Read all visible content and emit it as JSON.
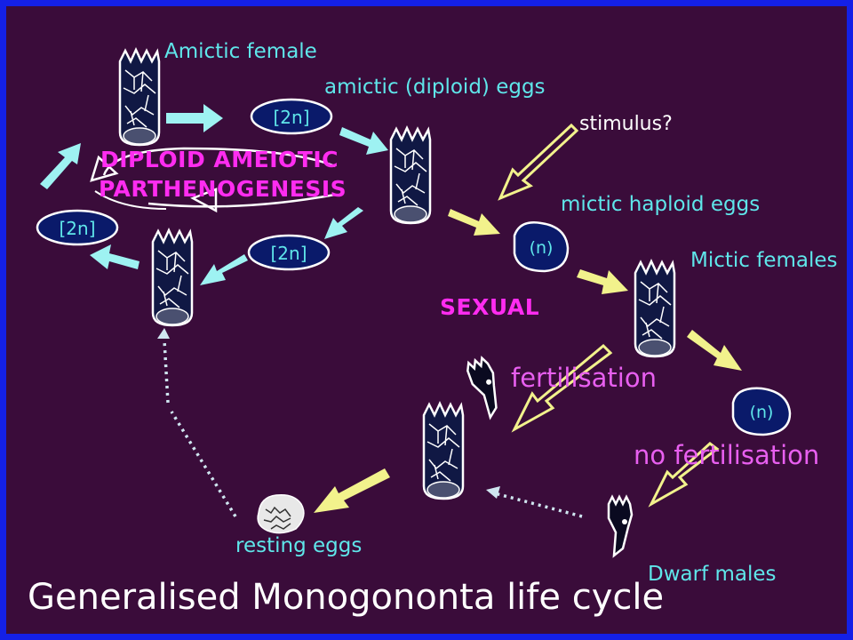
{
  "labels": {
    "amictic_female": "Amictic female",
    "amictic_eggs": "amictic (diploid) eggs",
    "stimulus": "stimulus?",
    "mictic_haploid_eggs": "mictic haploid eggs",
    "mictic_females": "Mictic females",
    "diploid_line1": "DIPLOID AMEIOTIC",
    "diploid_line2": "PARTHENOGENESIS",
    "sexual": "SEXUAL",
    "fertilisation": "fertilisation",
    "no_fertilisation": "no fertilisation",
    "resting_eggs": "resting eggs",
    "dwarf_males": "Dwarf males",
    "caption": "Generalised Monogononta life cycle"
  },
  "egg_labels": {
    "diploid": "[2n]",
    "haploid": "(n)"
  },
  "colors": {
    "background": "#3a0c3a",
    "border": "#1420e6",
    "cyan_arrow": "#9ef2f2",
    "yellow_arrow": "#f2f28c",
    "label_cyan": "#5fe6ea",
    "label_pink": "#e85ff0",
    "label_magenta": "#ff2cf0"
  }
}
